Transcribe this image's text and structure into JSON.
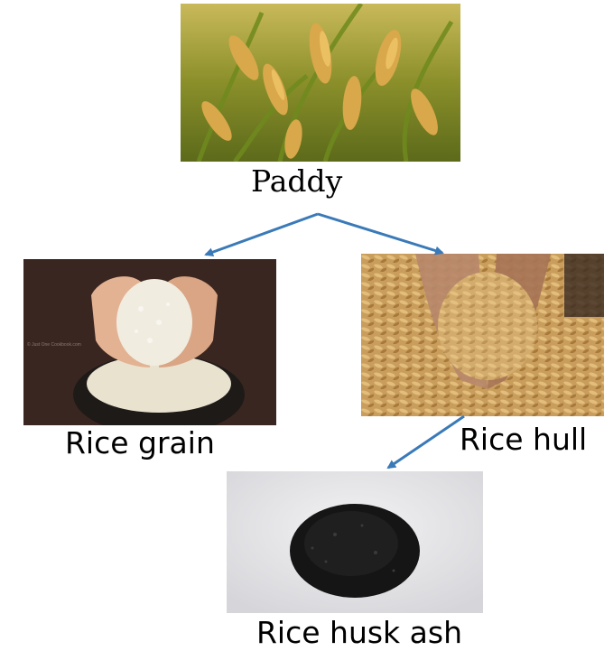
{
  "nodes": {
    "paddy": {
      "label": "Paddy"
    },
    "rice_grain": {
      "label": "Rice grain",
      "watermark": "© Just One Cookbook.com"
    },
    "rice_hull": {
      "label": "Rice hull"
    },
    "rice_husk_ash": {
      "label": "Rice husk ash"
    }
  },
  "edges": [
    {
      "from": "Paddy",
      "to": "Rice grain"
    },
    {
      "from": "Paddy",
      "to": "Rice hull"
    },
    {
      "from": "Rice hull",
      "to": "Rice husk ash"
    }
  ],
  "colors": {
    "arrow": "#3a7ab8",
    "label": "#000000",
    "background": "#ffffff"
  }
}
